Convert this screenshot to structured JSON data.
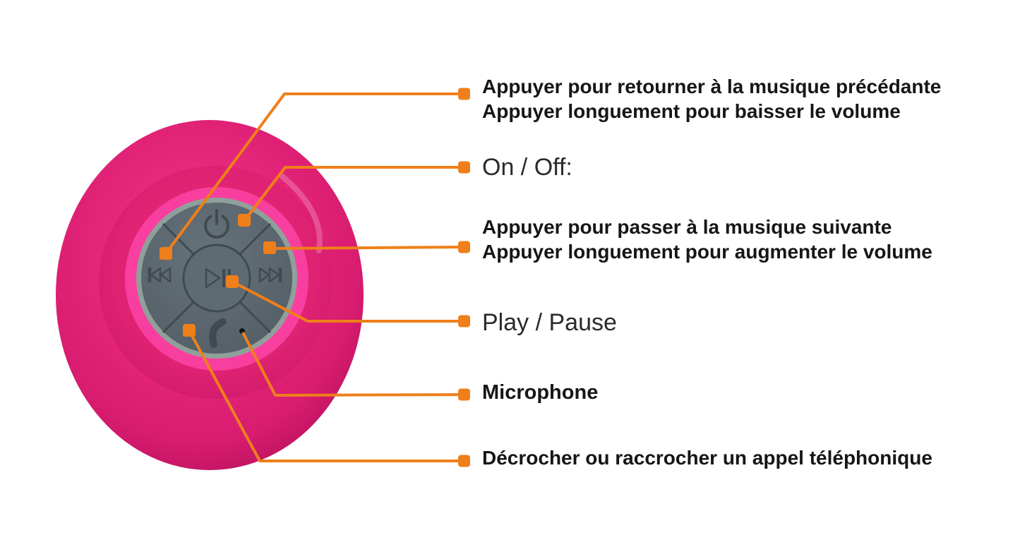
{
  "diagram": {
    "title": "bluetooth-shower-speaker-annotated-diagram",
    "device": {
      "type": "suction-cup waterproof speaker",
      "buttons": [
        "power",
        "previous-track",
        "next-track",
        "play-pause",
        "phone-call"
      ],
      "features": [
        "microphone-hole"
      ]
    },
    "annotations": [
      {
        "id": "previous-track",
        "lines": [
          "Appuyer pour retourner à la musique précédante",
          "Appuyer longuement pour baisser le volume"
        ]
      },
      {
        "id": "power",
        "lines": [
          "On / Off:"
        ]
      },
      {
        "id": "next-track",
        "lines": [
          "Appuyer pour passer à la musique suivante",
          "Appuyer longuement pour augmenter le volume"
        ]
      },
      {
        "id": "play-pause",
        "lines": [
          "Play / Pause"
        ]
      },
      {
        "id": "microphone",
        "lines": [
          "Microphone"
        ]
      },
      {
        "id": "phone-call",
        "lines": [
          "Décrocher ou raccrocher un appel téléphonique"
        ]
      }
    ],
    "icons": [
      "power-icon",
      "previous-track-icon",
      "next-track-icon",
      "play-pause-icon",
      "phone-icon",
      "microphone-hole-icon"
    ]
  },
  "colors": {
    "accent_orange": "#EF7F1A",
    "text_dark": "#161616",
    "text_regular": "#2B2B2B",
    "body_pink": "#E62A7B",
    "ring_pink": "#F83F9F",
    "pad_grey": "#5B6770",
    "pad_edge_grey": "#8FA09B",
    "engraving_grey": "#3F4A53",
    "mic_hole": "#131619",
    "background": "#FFFFFF"
  }
}
